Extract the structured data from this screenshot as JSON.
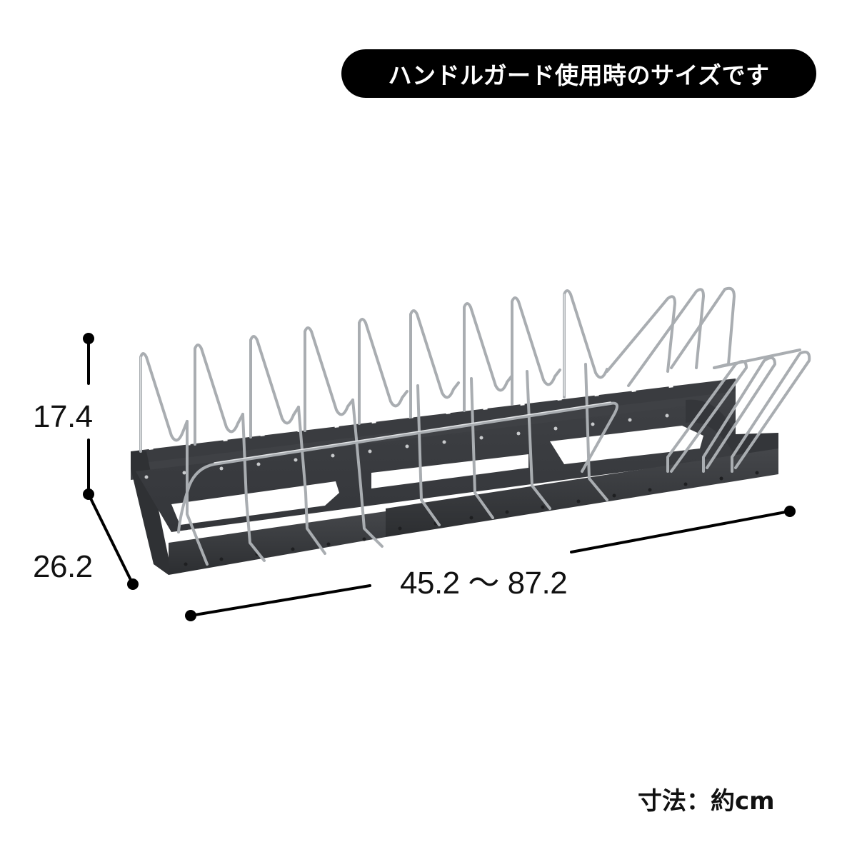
{
  "banner": {
    "text": "ハンドルガード使用時のサイズです"
  },
  "dimensions": {
    "height": "17.4",
    "depth": "26.2",
    "width": "45.2 ～ 87.2"
  },
  "unit_note": "寸法：約cm",
  "product": {
    "name": "pot-lid-rack",
    "base_color": "#3b3d41",
    "wire_color": "#b4b8bc"
  }
}
